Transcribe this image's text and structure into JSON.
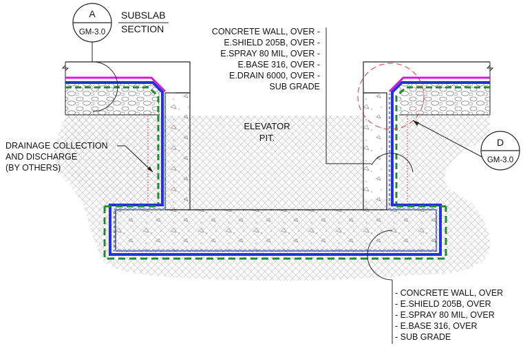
{
  "title": {
    "line1": "SUBSLAB",
    "line2": "SECTION"
  },
  "callout_a": {
    "letter": "A",
    "sheet": "GM-3.0"
  },
  "callout_d": {
    "letter": "D",
    "sheet": "GM-3.0"
  },
  "pit_label": {
    "line1": "ELEVATOR",
    "line2": "PIT."
  },
  "wall_layers_note": [
    "CONCRETE WALL, OVER -",
    "E.SHIELD 205B, OVER -",
    "E.SPRAY 80 MIL, OVER -",
    "E.BASE 316, OVER -",
    "E.DRAIN 6000, OVER -",
    "SUB GRADE"
  ],
  "drainage_note": [
    "DRAINAGE COLLECTION",
    "AND DISCHARGE",
    "(BY OTHERS)"
  ],
  "slab_layers_note": [
    "- CONCRETE WALL, OVER",
    "- E.SHIELD 205B, OVER",
    "- E.SPRAY 80 MIL, OVER",
    "- E.BASE 316, OVER",
    "- SUB GRADE"
  ],
  "colors": {
    "membrane_magenta": "#d21bd2",
    "membrane_blue": "#2233dd",
    "membrane_light_blue": "#7a8cff",
    "drain_green": "#1f8a2e",
    "detail_red": "#e03030",
    "hatch_gray": "#b8b8b8",
    "line": "#222222"
  }
}
